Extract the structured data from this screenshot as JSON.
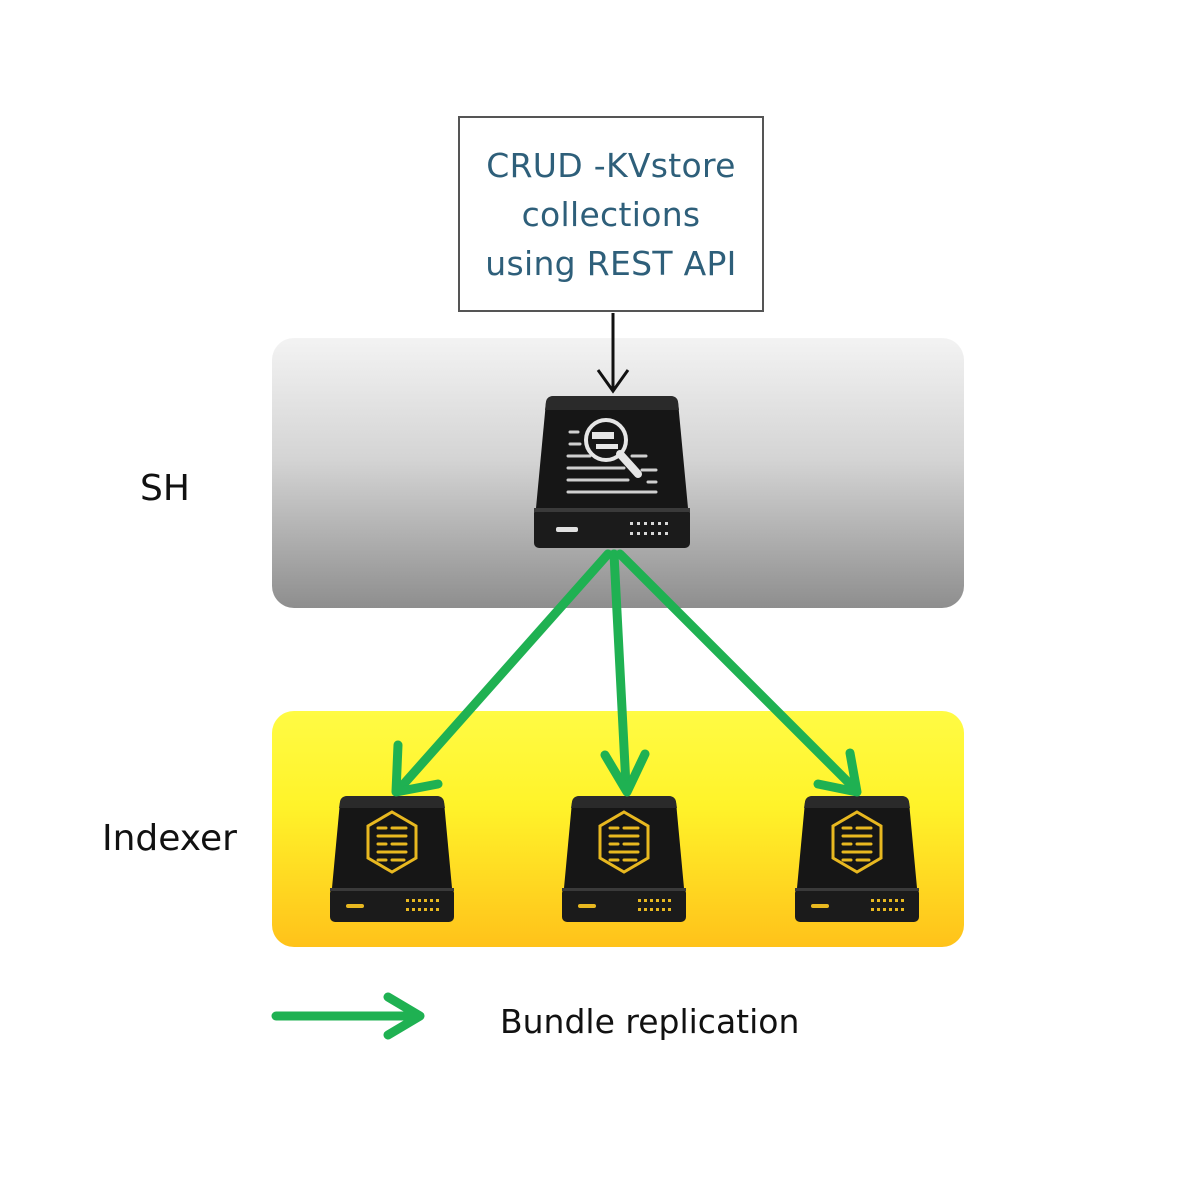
{
  "crud_box": {
    "lines": [
      "CRUD -KVstore",
      "collections",
      "using REST API"
    ]
  },
  "tiers": {
    "sh_label": "SH",
    "indexer_label": "Indexer"
  },
  "legend": {
    "label": "Bundle replication"
  },
  "colors": {
    "replication_arrow": "#1fb152",
    "crud_text": "#2e5f7a",
    "indexer_accent": "#e8b820",
    "sh_panel": "#bdbdbd",
    "indexer_panel": "#fff32a"
  },
  "icons": {
    "search_head": "search-head-server-icon",
    "indexer": "indexer-server-icon"
  }
}
